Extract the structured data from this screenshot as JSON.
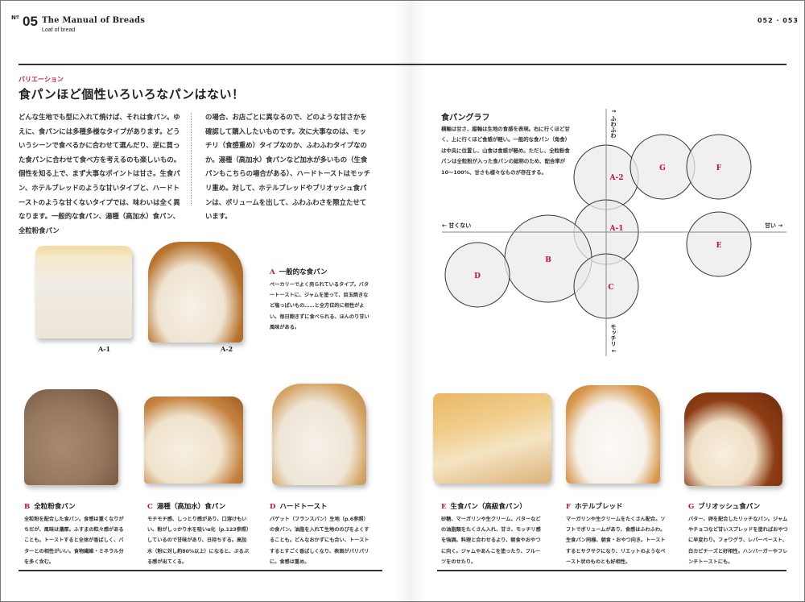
{
  "header": {
    "no_prefix": "Nº",
    "number": "05",
    "title": "The Manual of Breads",
    "subtitle": "Loaf of bread",
    "pages": "052 · 053"
  },
  "article": {
    "kicker": "バリエーション",
    "heading": "食パンほど個性いろいろなパンはない！",
    "col1": "どんな生地でも型に入れて焼けば、それは食パン。ゆえに、食パンには多種多様なタイプがあります。どういうシーンで食べるかに合わせて選んだり、逆に買った食パンに合わせて食べ方を考えるのも楽しいもの。個性を知る上で、まず大事なポイントは甘さ。生食パン、ホテルブレッドのような甘いタイプと、ハードトーストのような甘くないタイプでは、味わいは全く異なります。一般的な食パン、湯種（高加水）食パン、全粒粉食パン",
    "col2": "の場合、お店ごとに異なるので、どのような甘さかを確認して購入したいものです。次に大事なのは、モッチリ（食感重め）タイプなのか、ふわふわタイプなのか。湯種（高加水）食パンなど加水が多いもの（生食パンもこちらの場合がある）、ハードトーストはモッチリ重め。対して、ホテルブレッドやブリオッシュ食パンは、ボリュームを出して、ふわふわさを際立たせています。"
  },
  "graph": {
    "title": "食パングラフ",
    "text": "横軸は甘さ、縦軸は生地の食感を表現。右に行くほど甘く、上に行くほど食感が軽い。一般的な食パン（角食）は中央に位置し、山食は食感が軽め。ただし、全粒粉食パンは全粒粉が入った食パンの総称のため、配合率が10〜100%、甘さも様々なものが存在する。",
    "axis_left": "← 甘くない",
    "axis_right": "甘い →",
    "axis_top": "↑ ふわふわ",
    "axis_bottom": "モッチリ ↓",
    "circles": [
      "A-2",
      "A-1",
      "G",
      "F",
      "E",
      "B",
      "D",
      "C"
    ]
  },
  "photos": {
    "a1": "A-1",
    "a2": "A-2"
  },
  "breads": [
    {
      "letter": "A",
      "name": "一般的な食パン",
      "text": "ベーカリーでよく売られているタイプ。バタートーストに、ジャムを塗って、目玉焼きなど塩っぱいもの……と全方位的に相性がよい。毎日飽きずに食べられる、ほんのり甘い風味がある。"
    },
    {
      "letter": "B",
      "name": "全粒粉食パン",
      "text": "全粒粉を配合した食パン。食感は重くなりがちだが、風味は濃厚。ふすまの粒々感があることも。トーストすると全体が香ばしく、バターとの相性がいい。食物繊維・ミネラル分を多く含む。"
    },
    {
      "letter": "C",
      "name": "湯種（高加水）食パン",
      "text": "モチモチ感、しっとり感があり、口溶けもいい。粉がしっかり水を吸いα化（p.123参照）しているので甘味があり、日持ちする。高加水（粉に対し約80%以上）になると、ぷるぷる感が出てくる。"
    },
    {
      "letter": "D",
      "name": "ハードトースト",
      "text": "バゲット（フランスパン）生地（p.6参照）の食パン。油脂を入れて生地ののびをよくすることも。どんなおかずにも合い、トーストするとすごく香ばしくなり、表面がパリパリに。食感は重め。"
    },
    {
      "letter": "E",
      "name": "生食パン（高級食パン）",
      "text": "砂糖、マーガリンや生クリーム、バターなどの油脂類をたくさん入れ、甘さ、モッチリ感を強調。料理と合わせるより、朝食やおやつに向く。ジャムやあんこを塗ったり、フルーツをのせたり。"
    },
    {
      "letter": "F",
      "name": "ホテルブレッド",
      "text": "マーガリンや生クリームをたくさん配合。ソフトでボリュームがあり、食感はふわふわ。生食パン同様、朝食・おやつ向き。トーストするとサクサクになり、リエットのようなペースト状のものとも好相性。"
    },
    {
      "letter": "G",
      "name": "ブリオッシュ食パン",
      "text": "バター、卵を配合したリッチなパン。ジャムやチョコなど甘いスプレッドを塗ればおやつに早変わり。フォワグラ、レバーペースト、白カビチーズと好相性。ハンバーガーやフレンチトーストにも。"
    }
  ],
  "colors": {
    "accent": "#c8185a",
    "letter": "#c8102e",
    "circle_fill": "#ebebeb"
  }
}
